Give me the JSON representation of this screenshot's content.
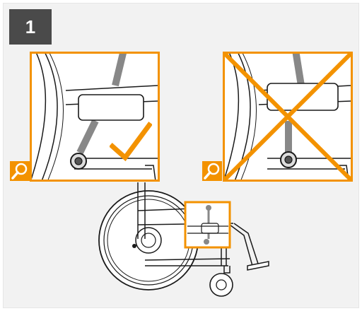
{
  "step": {
    "number": "1"
  },
  "colors": {
    "accent": "#f39200",
    "badge": "#4a4a4a",
    "background": "#f2f2f2",
    "line": "#1a1a1a"
  },
  "icons": {
    "magnifier": "magnifier-icon",
    "check": "checkmark-icon",
    "cross": "cross-icon"
  },
  "panels": [
    {
      "id": "correct",
      "verdict": "correct"
    },
    {
      "id": "wrong",
      "verdict": "incorrect"
    }
  ]
}
